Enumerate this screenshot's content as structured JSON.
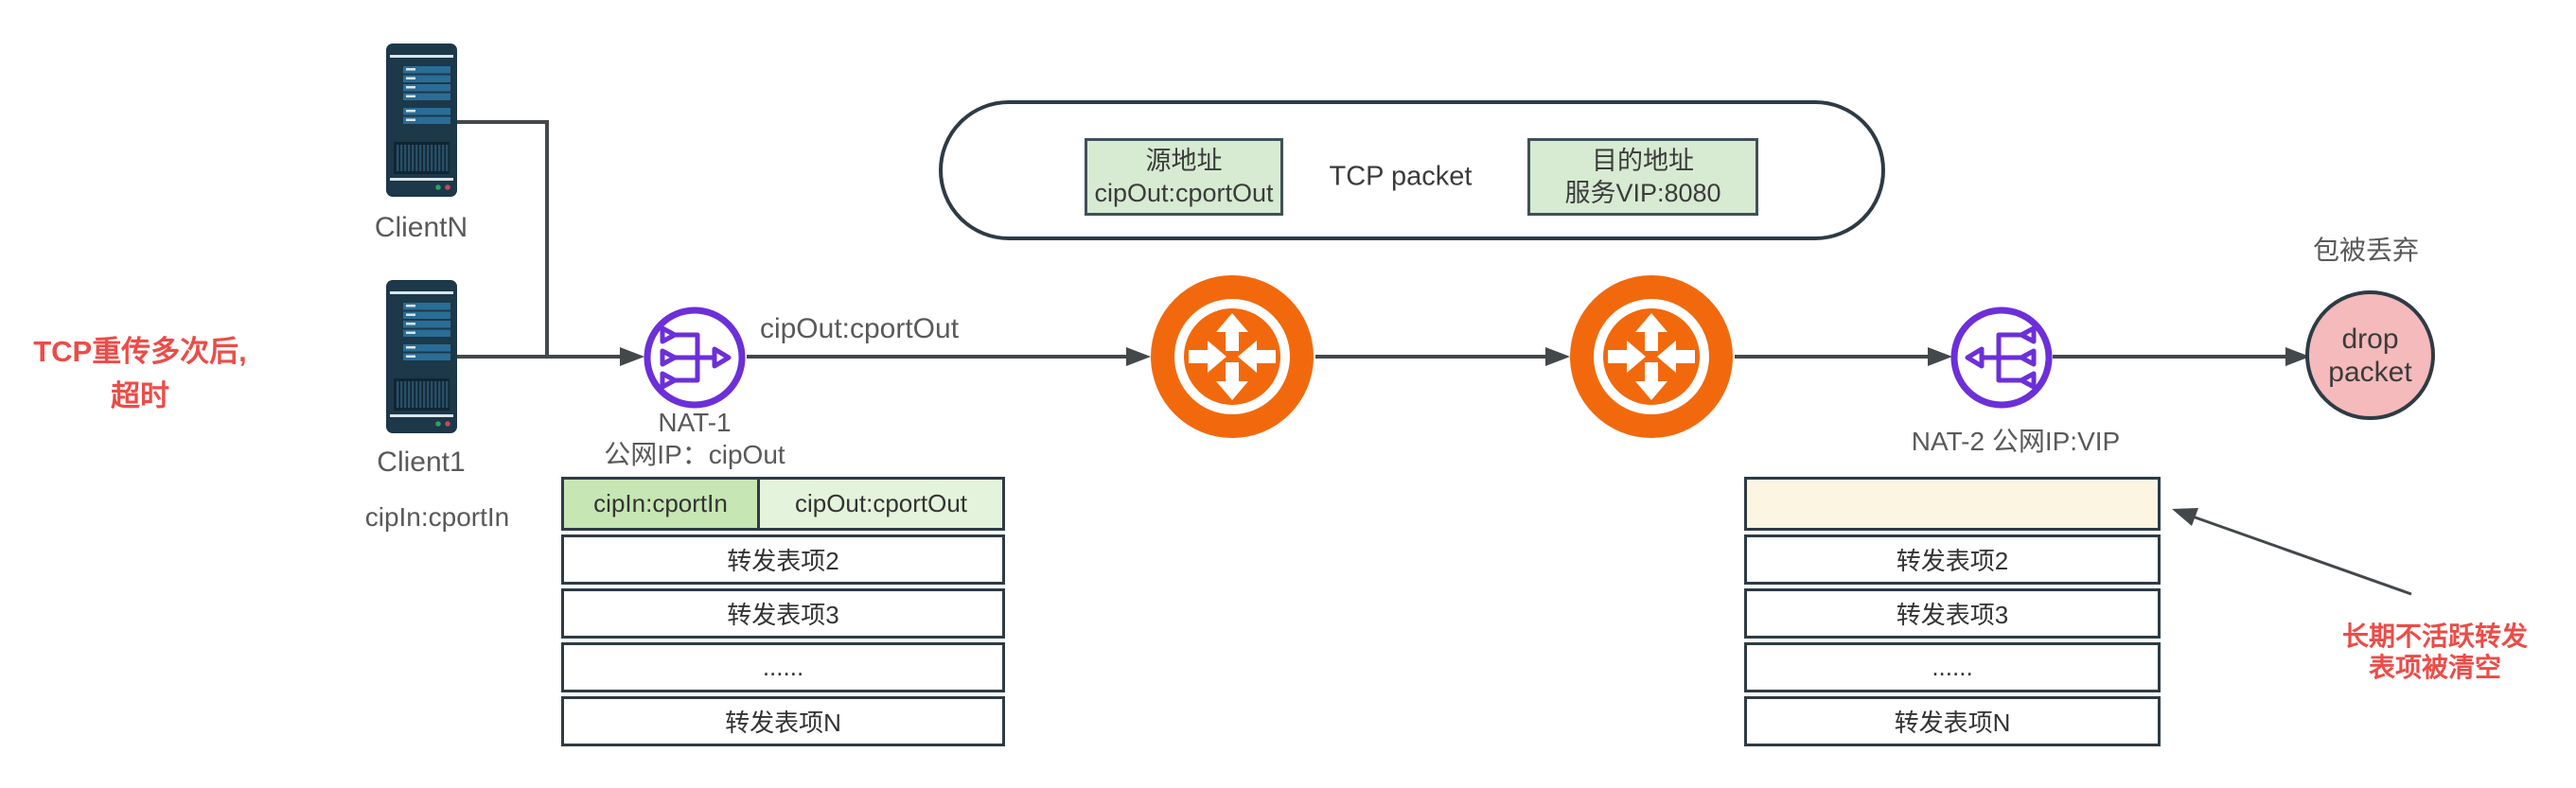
{
  "notes": {
    "timeout_note_line1": "TCP重传多次后,",
    "timeout_note_line2": "超时",
    "cleared_note_line1": "长期不活跃转发",
    "cleared_note_line2": "表项被清空",
    "drop_note": "包被丢弃"
  },
  "clients": {
    "client_n_label": "ClientN",
    "client_1_label": "Client1",
    "client_address": "cipIn:cportIn"
  },
  "nat1": {
    "name": "NAT-1",
    "public_ip": "公网IP：cipOut",
    "arrow_label": "cipOut:cportOut",
    "table": {
      "header": [
        "cipIn:cportIn",
        "cipOut:cportOut"
      ],
      "rows": [
        "转发表项2",
        "转发表项3",
        "......",
        "转发表项N"
      ]
    }
  },
  "nat2": {
    "label": "NAT-2 公网IP:VIP",
    "table": {
      "cleared_row": "",
      "rows": [
        "转发表项2",
        "转发表项3",
        "......",
        "转发表项N"
      ]
    }
  },
  "packet": {
    "label": "TCP packet",
    "source_title": "源地址",
    "source_value": "cipOut:cportOut",
    "dest_title": "目的地址",
    "dest_value": "服务VIP:8080"
  },
  "drop": {
    "line1": "drop",
    "line2": "packet"
  },
  "icons": {
    "client_icon": "server-tower",
    "nat_icon": "nat-gateway",
    "router_icon": "router"
  },
  "colors": {
    "nat_purple": "#6c2fd9",
    "router_orange": "#f2690d",
    "drop_pink": "#f4babc",
    "packet_green": "#d7ead2",
    "table_header_green_dark": "#c6e6b3",
    "table_header_green_light": "#e4f3db",
    "cleared_row_cream": "#fcf5e1",
    "note_red": "#ec4c48",
    "line_gray": "#43484b",
    "label_gray": "#595959",
    "border_dark": "#2e3b45"
  }
}
